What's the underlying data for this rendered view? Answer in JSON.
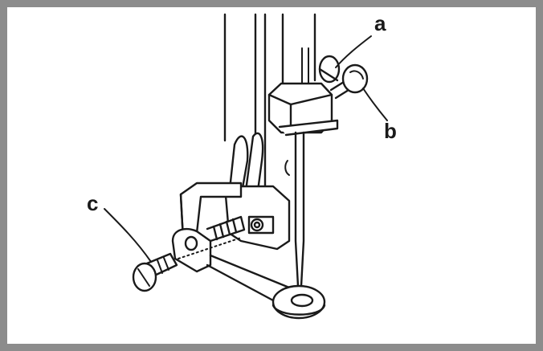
{
  "callouts": {
    "a": "a",
    "b": "b",
    "c": "c"
  },
  "colors": {
    "frame": "#8c8c8c",
    "line": "#1a1a1a",
    "background": "#ffffff"
  }
}
